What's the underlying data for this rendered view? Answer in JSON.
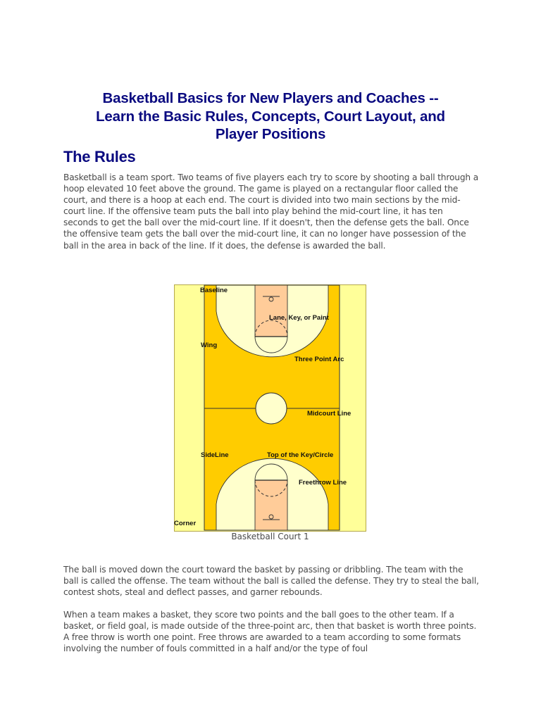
{
  "document": {
    "title": "Basketball Basics for New Players and Coaches -- Learn the Basic Rules, Concepts, Court Layout, and Player Positions",
    "title_lines": [
      "Basketball Basics for New Players and Coaches --",
      "Learn the Basic Rules, Concepts, Court Layout, and",
      "Player Positions"
    ],
    "section_heading": "The Rules",
    "paragraphs": [
      "Basketball is a team sport. Two teams of five players each try to score by shooting a ball through a hoop elevated 10 feet above the ground. The game is played on a rectangular floor called the court, and there is a hoop at each end. The court is divided into two main sections by the mid-court line. If the offensive team puts the ball into play behind the mid-court line, it has ten seconds to get the ball over the mid-court line. If it doesn't, then the defense gets the ball. Once the offensive team gets the ball over the mid-court line, it can no longer have possession of the ball in the area in back of the line. If it does, the defense is awarded the ball.",
      "The ball is moved down the court toward the basket by passing or dribbling. The team with the ball is called the offense. The team without the ball is called the defense. They try to steal the ball, contest shots, steal and deflect passes, and garner rebounds.",
      "When a team makes a basket, they score two points and the ball goes to the other team. If a basket, or field goal, is made outside of the three-point arc, then that basket is worth three points. A free throw is worth one point. Free throws are awarded to a team according to some formats involving the number of fouls committed in a half and/or the type of foul"
    ]
  },
  "figure": {
    "caption": "Basketball Court 1",
    "labels": {
      "baseline": "Baseline",
      "lane": "Lane, Key, or Paint",
      "wing": "Wing",
      "three_point_arc": "Three Point Arc",
      "midcourt_line": "Midcourt Line",
      "sideline": "SideLine",
      "top_of_key": "Top of the Key/Circle",
      "freethrow_line": "Freethrow Line",
      "corner": "Corner"
    },
    "colors": {
      "outer": "#ffff99",
      "court": "#ffcc00",
      "arc_fill": "#ffffcc",
      "lane_fill": "#ffcc99",
      "line": "#333333"
    }
  }
}
